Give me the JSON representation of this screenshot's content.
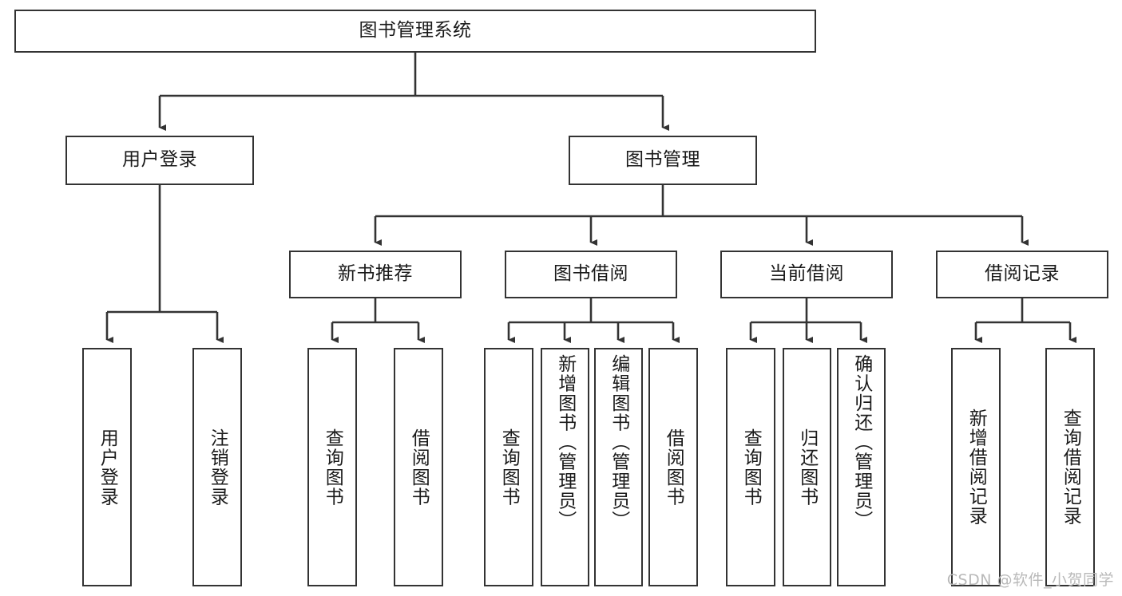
{
  "diagram": {
    "title": "图书管理系统",
    "watermark": "CSDN @软件_小贺同学",
    "line_color": "#333333",
    "box_fill": "#ffffff",
    "text_color": "#1a1a1a",
    "root": {
      "label": "图书管理系统"
    },
    "level2": [
      {
        "label": "用户登录"
      },
      {
        "label": "图书管理"
      }
    ],
    "level3": [
      {
        "label": "新书推荐"
      },
      {
        "label": "图书借阅"
      },
      {
        "label": "当前借阅"
      },
      {
        "label": "借阅记录"
      }
    ],
    "leaves": {
      "user_login": [
        {
          "label": "用户登录"
        },
        {
          "label": "注销登录"
        }
      ],
      "new_book": [
        {
          "label": "查询图书"
        },
        {
          "label": "借阅图书"
        }
      ],
      "book_borrow": [
        {
          "label": "查询图书"
        },
        {
          "label": "新增图书（管理员）"
        },
        {
          "label": "编辑图书（管理员）"
        },
        {
          "label": "借阅图书"
        }
      ],
      "current_borrow": [
        {
          "label": "查询图书"
        },
        {
          "label": "归还图书"
        },
        {
          "label": "确认归还（管理员）"
        }
      ],
      "borrow_record": [
        {
          "label": "新增借阅记录"
        },
        {
          "label": "查询借阅记录"
        }
      ]
    }
  }
}
